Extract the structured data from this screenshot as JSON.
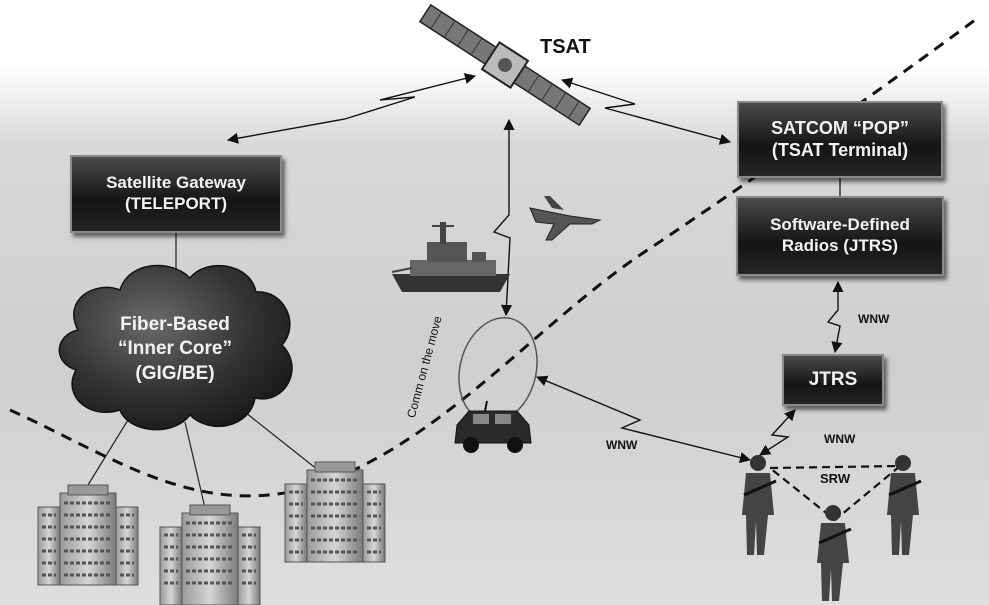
{
  "nodes": {
    "tsat": "TSAT",
    "satellite_gateway": [
      "Satellite Gateway",
      "(TELEPORT)"
    ],
    "satcom_pop": [
      "SATCOM “POP”",
      "(TSAT Terminal)"
    ],
    "software_defined_radios": [
      "Software-Defined",
      "Radios (JTRS)"
    ],
    "jtrs": "JTRS",
    "inner_core": [
      "Fiber-Based",
      "“Inner Core”",
      "(GIG/BE)"
    ]
  },
  "labels": {
    "comm_on_the_move": "Comm on the move",
    "wnw_upper": "WNW",
    "wnw_lower_right": "WNW",
    "wnw_vehicle": "WNW",
    "srw": "SRW"
  }
}
